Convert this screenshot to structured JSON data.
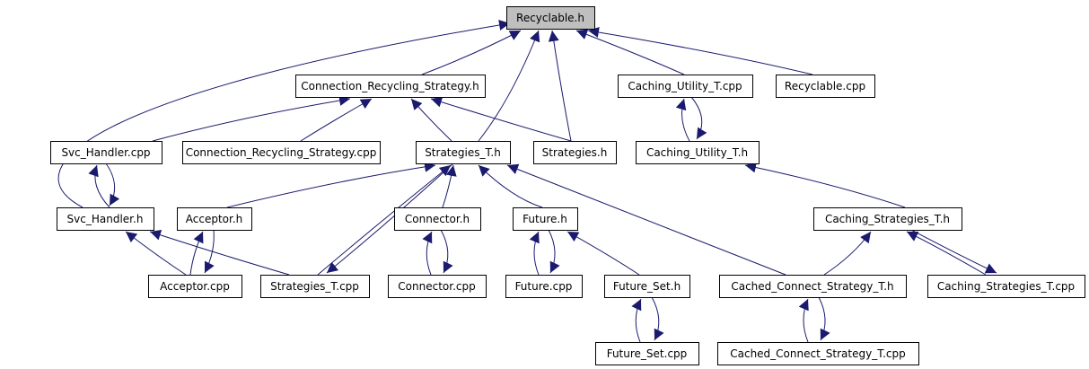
{
  "diagram": {
    "type": "include-dependency-graph",
    "root": "recyclable_h",
    "colors": {
      "edge": "#1a1a6e",
      "arrowhead": "#1a1a6e",
      "root_fill": "#bfbfbf",
      "node_fill": "#ffffff",
      "border": "#000000"
    },
    "nodes": [
      {
        "id": "recyclable_h",
        "label": "Recyclable.h"
      },
      {
        "id": "conn_recycling_h",
        "label": "Connection_Recycling_Strategy.h"
      },
      {
        "id": "caching_utility_cpp",
        "label": "Caching_Utility_T.cpp"
      },
      {
        "id": "recyclable_cpp",
        "label": "Recyclable.cpp"
      },
      {
        "id": "svc_handler_cpp",
        "label": "Svc_Handler.cpp"
      },
      {
        "id": "conn_recycling_cpp",
        "label": "Connection_Recycling_Strategy.cpp"
      },
      {
        "id": "strategies_t_h",
        "label": "Strategies_T.h"
      },
      {
        "id": "strategies_h",
        "label": "Strategies.h"
      },
      {
        "id": "caching_utility_h",
        "label": "Caching_Utility_T.h"
      },
      {
        "id": "svc_handler_h",
        "label": "Svc_Handler.h"
      },
      {
        "id": "acceptor_h",
        "label": "Acceptor.h"
      },
      {
        "id": "connector_h",
        "label": "Connector.h"
      },
      {
        "id": "future_h",
        "label": "Future.h"
      },
      {
        "id": "caching_strategies_h",
        "label": "Caching_Strategies_T.h"
      },
      {
        "id": "acceptor_cpp",
        "label": "Acceptor.cpp"
      },
      {
        "id": "strategies_t_cpp",
        "label": "Strategies_T.cpp"
      },
      {
        "id": "connector_cpp",
        "label": "Connector.cpp"
      },
      {
        "id": "future_cpp",
        "label": "Future.cpp"
      },
      {
        "id": "future_set_h",
        "label": "Future_Set.h"
      },
      {
        "id": "cached_connect_h",
        "label": "Cached_Connect_Strategy_T.h"
      },
      {
        "id": "caching_strategies_cpp",
        "label": "Caching_Strategies_T.cpp"
      },
      {
        "id": "future_set_cpp",
        "label": "Future_Set.cpp"
      },
      {
        "id": "cached_connect_cpp",
        "label": "Cached_Connect_Strategy_T.cpp"
      }
    ],
    "edges": [
      {
        "from": "conn_recycling_h",
        "to": "recyclable_h"
      },
      {
        "from": "strategies_t_h",
        "to": "recyclable_h"
      },
      {
        "from": "strategies_h",
        "to": "recyclable_h"
      },
      {
        "from": "caching_utility_cpp",
        "to": "recyclable_h"
      },
      {
        "from": "recyclable_cpp",
        "to": "recyclable_h"
      },
      {
        "from": "svc_handler_h",
        "to": "recyclable_h"
      },
      {
        "from": "svc_handler_cpp",
        "to": "conn_recycling_h"
      },
      {
        "from": "conn_recycling_cpp",
        "to": "conn_recycling_h"
      },
      {
        "from": "strategies_t_h",
        "to": "conn_recycling_h"
      },
      {
        "from": "strategies_h",
        "to": "conn_recycling_h"
      },
      {
        "from": "caching_utility_h",
        "to": "caching_utility_cpp"
      },
      {
        "from": "caching_utility_cpp",
        "to": "caching_utility_h"
      },
      {
        "from": "svc_handler_h",
        "to": "svc_handler_cpp"
      },
      {
        "from": "svc_handler_cpp",
        "to": "svc_handler_h"
      },
      {
        "from": "acceptor_h",
        "to": "strategies_t_h"
      },
      {
        "from": "strategies_t_cpp",
        "to": "strategies_t_h"
      },
      {
        "from": "strategies_t_h",
        "to": "strategies_t_cpp"
      },
      {
        "from": "connector_h",
        "to": "strategies_t_h"
      },
      {
        "from": "future_h",
        "to": "strategies_t_h"
      },
      {
        "from": "cached_connect_h",
        "to": "strategies_t_h"
      },
      {
        "from": "caching_strategies_h",
        "to": "caching_utility_h"
      },
      {
        "from": "acceptor_cpp",
        "to": "svc_handler_h"
      },
      {
        "from": "strategies_t_cpp",
        "to": "svc_handler_h"
      },
      {
        "from": "acceptor_cpp",
        "to": "acceptor_h"
      },
      {
        "from": "acceptor_h",
        "to": "acceptor_cpp"
      },
      {
        "from": "connector_cpp",
        "to": "connector_h"
      },
      {
        "from": "connector_h",
        "to": "connector_cpp"
      },
      {
        "from": "future_cpp",
        "to": "future_h"
      },
      {
        "from": "future_h",
        "to": "future_cpp"
      },
      {
        "from": "future_set_h",
        "to": "future_h"
      },
      {
        "from": "cached_connect_h",
        "to": "caching_strategies_h"
      },
      {
        "from": "caching_strategies_cpp",
        "to": "caching_strategies_h"
      },
      {
        "from": "caching_strategies_h",
        "to": "caching_strategies_cpp"
      },
      {
        "from": "future_set_cpp",
        "to": "future_set_h"
      },
      {
        "from": "future_set_h",
        "to": "future_set_cpp"
      },
      {
        "from": "cached_connect_cpp",
        "to": "cached_connect_h"
      },
      {
        "from": "cached_connect_h",
        "to": "cached_connect_cpp"
      }
    ]
  }
}
